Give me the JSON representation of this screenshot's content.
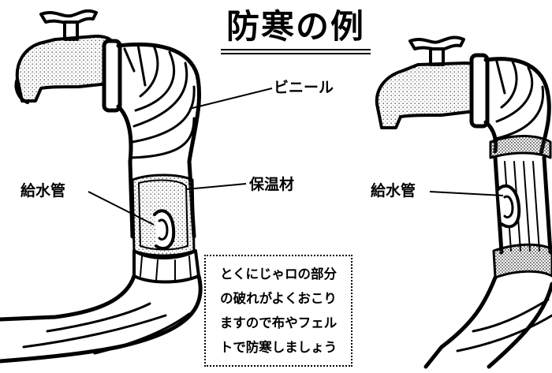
{
  "title": "防寒の例",
  "labels": {
    "vinyl": "ビニール",
    "pipe_left": "給水管",
    "insulation": "保温材",
    "pipe_right": "給水管"
  },
  "note": {
    "lines": [
      "とくにじゃロの部分",
      "の破れがよくおこり",
      "ますので布やフェル",
      "トで防寒しましょう"
    ]
  }
}
